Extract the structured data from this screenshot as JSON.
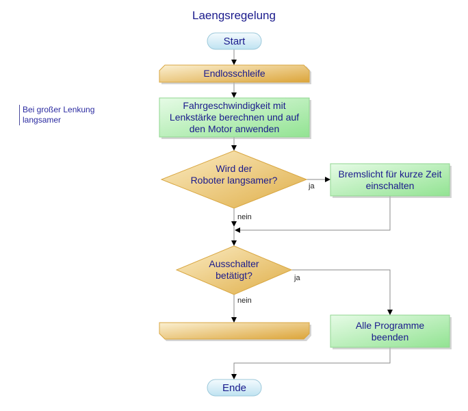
{
  "diagram": {
    "title": "Laengsregelung",
    "comment": [
      "Bei großer Lenkung",
      "langsamer"
    ],
    "nodes": {
      "start": "Start",
      "loop_start": "Endlosschleife",
      "compute": [
        "Fahrgeschwindigkeit mit",
        "Lenkstärke berechnen und auf",
        "den Motor anwenden"
      ],
      "decision_slower": [
        "Wird der",
        "Roboter langsamer?"
      ],
      "brake_light": [
        "Bremslicht für kurze Zeit",
        "einschalten"
      ],
      "decision_switch": [
        "Ausschalter",
        "betätigt?"
      ],
      "loop_end": "",
      "end_all": [
        "Alle Programme",
        "beenden"
      ],
      "end": "Ende"
    },
    "edge_labels": {
      "slower_yes": "ja",
      "slower_no": "nein",
      "switch_yes": "ja",
      "switch_no": "nein"
    },
    "colors": {
      "text": "#1a1a8c",
      "terminal_fill": "#d6eef7",
      "loop_fill": "#e8b84a",
      "process_fill": "#a8eaa8",
      "decision_fill": "#ecc46a",
      "line": "#8a8a8a"
    }
  }
}
